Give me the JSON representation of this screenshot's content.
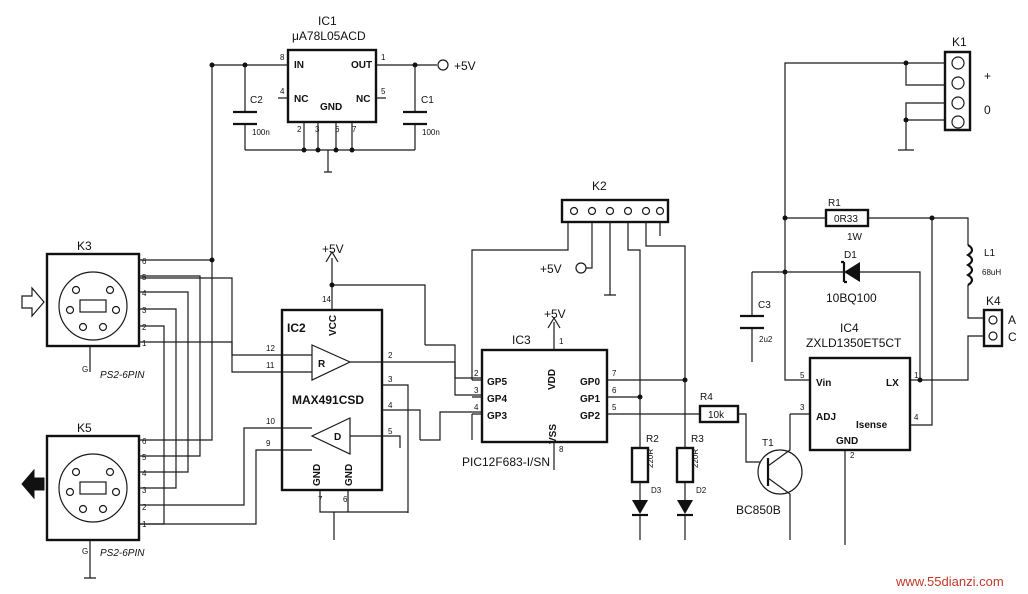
{
  "ic1": {
    "ref": "IC1",
    "part": "μA78L05ACD",
    "pins": {
      "in": "IN",
      "out": "OUT",
      "nc1": "NC",
      "nc2": "NC",
      "gnd": "GND"
    },
    "pinnums": [
      "8",
      "1",
      "4",
      "5",
      "2",
      "3",
      "6",
      "7"
    ]
  },
  "c2": {
    "ref": "C2",
    "value": "100n"
  },
  "c1": {
    "ref": "C1",
    "value": "100n"
  },
  "plus5v": "+5V",
  "ic2": {
    "ref": "IC2",
    "part": "MAX491CSD",
    "vcc": "VCC",
    "r": "R",
    "d": "D",
    "gnd": "GND",
    "pinnums": [
      "14",
      "12",
      "11",
      "10",
      "9",
      "2",
      "3",
      "4",
      "5",
      "7",
      "6"
    ]
  },
  "ic3": {
    "ref": "IC3",
    "part": "PIC12F683-I/SN",
    "vdd": "VDD",
    "vss": "VSS",
    "pins": [
      "GP5",
      "GP4",
      "GP3",
      "GP0",
      "GP1",
      "GP2"
    ],
    "pinnums": [
      "2",
      "3",
      "4",
      "7",
      "6",
      "5",
      "1",
      "8"
    ]
  },
  "ic4": {
    "ref": "IC4",
    "part": "ZXLD1350ET5CT",
    "pins": {
      "vin": "Vin",
      "lx": "LX",
      "adj": "ADJ",
      "isense": "Isense",
      "gnd": "GND"
    },
    "pinnums": [
      "5",
      "1",
      "3",
      "4",
      "2"
    ]
  },
  "k1": {
    "ref": "K1",
    "plus": "+",
    "zero": "0"
  },
  "k2": {
    "ref": "K2"
  },
  "k3": {
    "ref": "K3",
    "label": "PS2-6PIN",
    "pinnums": [
      "6",
      "5",
      "4",
      "3",
      "2",
      "1",
      "G"
    ]
  },
  "k5": {
    "ref": "K5",
    "label": "PS2-6PIN",
    "pinnums": [
      "6",
      "5",
      "4",
      "3",
      "2",
      "1",
      "G"
    ]
  },
  "k4": {
    "ref": "K4",
    "a": "A",
    "c": "C"
  },
  "r1": {
    "ref": "R1",
    "value": "0R33",
    "power": "1W"
  },
  "l1": {
    "ref": "L1",
    "value": "68uH"
  },
  "d1": {
    "ref": "D1",
    "part": "10BQ100"
  },
  "c3": {
    "ref": "C3",
    "value": "2u2"
  },
  "r2": {
    "ref": "R2",
    "value": "220R"
  },
  "r3": {
    "ref": "R3",
    "value": "220R"
  },
  "r4": {
    "ref": "R4",
    "value": "10k"
  },
  "d2": {
    "ref": "D2"
  },
  "d3": {
    "ref": "D3"
  },
  "t1": {
    "ref": "T1",
    "part": "BC850B"
  },
  "watermark": "www.55dianzi.com"
}
